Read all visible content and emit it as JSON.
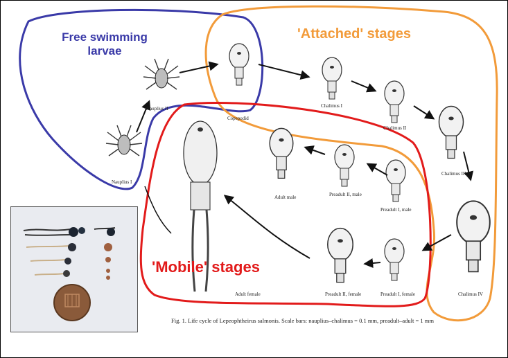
{
  "colors": {
    "free_swimming": "#3a3aa8",
    "attached": "#f29b3a",
    "mobile": "#e21b1b"
  },
  "groups": {
    "free_swimming": "Free swimming\nlarvae",
    "attached": "'Attached' stages",
    "mobile": "'Mobile' stages"
  },
  "stages": {
    "nauplius2": "Nauplius II",
    "nauplius1": "Nauplius I",
    "copepodid": "Copepodid",
    "chalimus1": "Chalimus I",
    "chalimus2": "Chalimus II",
    "chalimus3": "Chalimus III",
    "chalimus4": "Chalimus IV",
    "preadult2_male": "Preadult II, male",
    "preadult1_male": "Preadult I, male",
    "adult_male": "Adult male",
    "preadult2_female": "Preadult II, female",
    "preadult1_female": "Preadult I, female",
    "adult_female": "Adult female"
  },
  "figure_caption": "Fig. 1. Life cycle of Lepeophtheirus salmonis. Scale bars: nauplius–chalimus = 0.1 mm, preadult–adult = 1 mm"
}
